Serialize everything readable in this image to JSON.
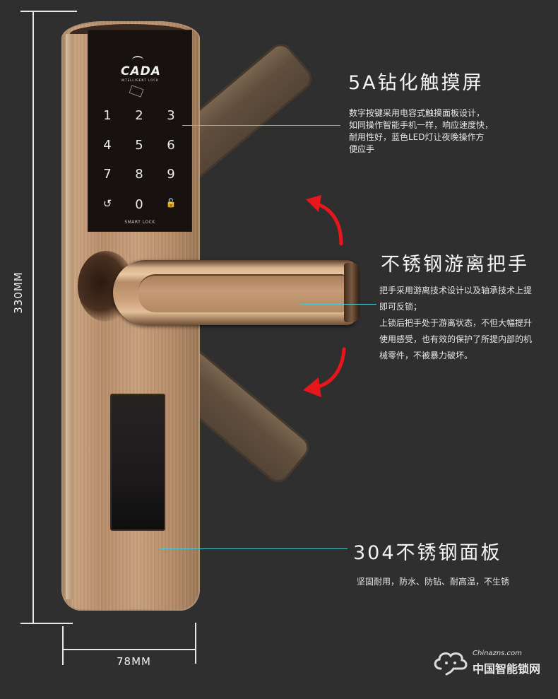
{
  "dimensions": {
    "height_label": "330MM",
    "width_label": "78MM"
  },
  "lock": {
    "brand": "CADA",
    "brand_subtitle": "INTELLIGENT LOCK",
    "keypad": [
      [
        "1",
        "2",
        "3"
      ],
      [
        "4",
        "5",
        "6"
      ],
      [
        "7",
        "8",
        "9"
      ],
      [
        "↺",
        "0",
        "🔓"
      ]
    ],
    "keypad_label": "SMART LOCK"
  },
  "callouts": [
    {
      "title": "5A钻化触摸屏",
      "lines": [
        "数字按键采用电容式触摸面板设计，",
        "如同操作智能手机一样，响应速度快，",
        "耐用性好，蓝色LED灯让夜晚操作方",
        "便应手"
      ]
    },
    {
      "title": "不锈钢游离把手",
      "lines": [
        "把手采用游离技术设计以及轴承技术上提",
        "即可反锁；",
        "上锁后把手处于游离状态，不但大幅提升",
        "使用感受，也有效的保护了所提内部的机",
        "械零件，不被暴力破坏。"
      ]
    },
    {
      "title": "304不锈钢面板",
      "lines": [
        "坚固耐用，防水、防钻、耐高温，不生锈"
      ]
    }
  ],
  "watermark": {
    "domain": "Chinazns.com",
    "name": "中国智能锁网"
  },
  "colors": {
    "background": "#2f2f2f",
    "accent_line": "#4fc6cc",
    "arrow": "#e8161b",
    "panel": "#c29a76"
  }
}
